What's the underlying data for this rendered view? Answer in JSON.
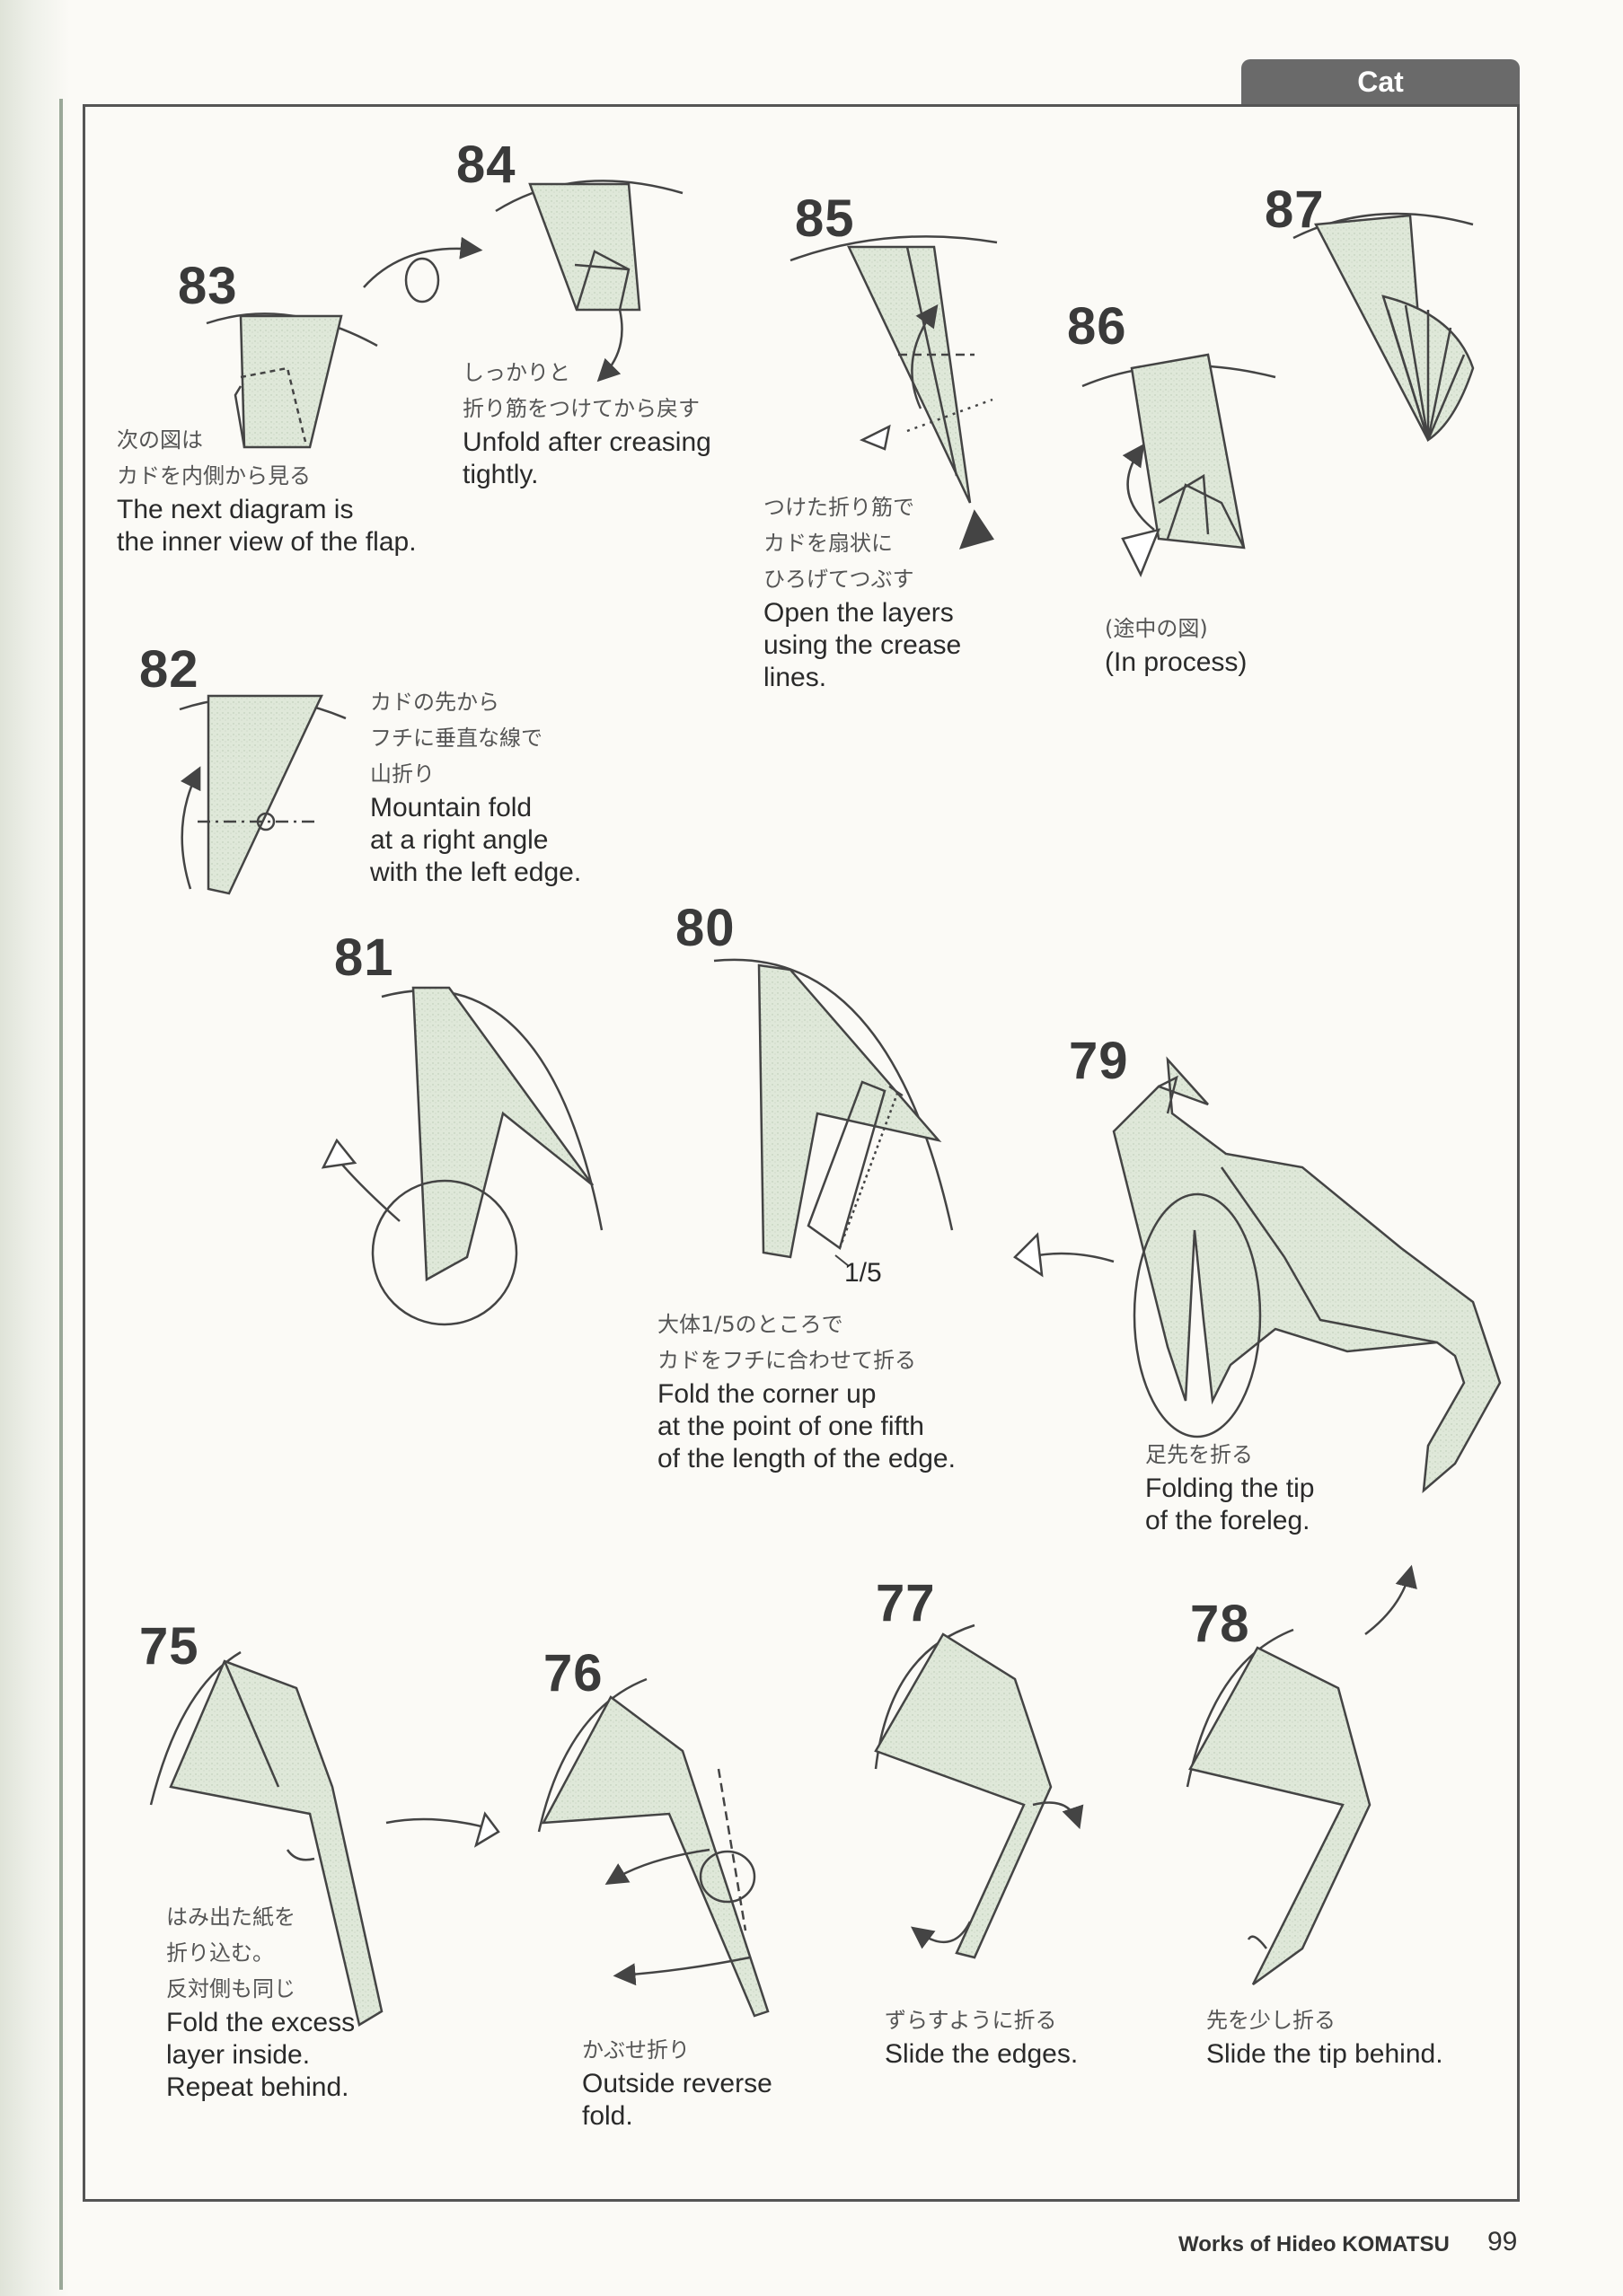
{
  "header": {
    "tab_label": "Cat"
  },
  "steps": {
    "s83": {
      "number": "83",
      "jp": [
        "次の図は",
        "カドを内側から見る"
      ],
      "en": [
        "The next diagram is",
        "the inner view of the flap."
      ]
    },
    "s84": {
      "number": "84",
      "jp": [
        "しっかりと",
        "折り筋をつけてから戻す"
      ],
      "en": [
        "Unfold after creasing",
        "tightly."
      ]
    },
    "s85": {
      "number": "85",
      "jp": [
        "つけた折り筋で",
        "カドを扇状に",
        "ひろげてつぶす"
      ],
      "en": [
        "Open the layers",
        "using the crease",
        "lines."
      ]
    },
    "s86": {
      "number": "86",
      "jp": [
        "(途中の図)"
      ],
      "en": [
        "(In process)"
      ]
    },
    "s87": {
      "number": "87"
    },
    "s82": {
      "number": "82",
      "jp": [
        "カドの先から",
        "フチに垂直な線で",
        "山折り"
      ],
      "en": [
        "Mountain fold",
        "at a right angle",
        "with the left edge."
      ]
    },
    "s81": {
      "number": "81"
    },
    "s80": {
      "number": "80",
      "jp": [
        "大体1/5のところで",
        "カドをフチに合わせて折る"
      ],
      "en": [
        "Fold the corner up",
        "at the point of one fifth",
        "of the length of the edge."
      ],
      "mark": "1/5"
    },
    "s79": {
      "number": "79",
      "jp": [
        "足先を折る"
      ],
      "en": [
        "Folding the tip",
        "of the foreleg."
      ]
    },
    "s75": {
      "number": "75",
      "jp": [
        "はみ出た紙を",
        "折り込む。",
        "反対側も同じ"
      ],
      "en": [
        "Fold the excess",
        "layer inside.",
        "Repeat behind."
      ]
    },
    "s76": {
      "number": "76",
      "jp": [
        "かぶせ折り"
      ],
      "en": [
        "Outside reverse",
        "fold."
      ]
    },
    "s77": {
      "number": "77",
      "jp": [
        "ずらすように折る"
      ],
      "en": [
        "Slide the edges."
      ]
    },
    "s78": {
      "number": "78",
      "jp": [
        "先を少し折る"
      ],
      "en": [
        "Slide the tip behind."
      ]
    }
  },
  "footer": {
    "book_title": "Works of Hideo KOMATSU",
    "page_number": "99"
  },
  "colors": {
    "paper_fill": "#dfe8d9",
    "line": "#444444",
    "tab_bg": "#6a6a6a"
  }
}
